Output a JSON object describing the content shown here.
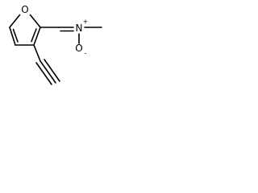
{
  "atoms": {
    "furan_oxygen": "O",
    "oxime_nitrogen": "N",
    "oxide_oxygen": "O",
    "nitrogen_charge": "+",
    "oxygen_charge": "-"
  },
  "colors": {
    "bond": "#000000",
    "background": "#ffffff"
  }
}
